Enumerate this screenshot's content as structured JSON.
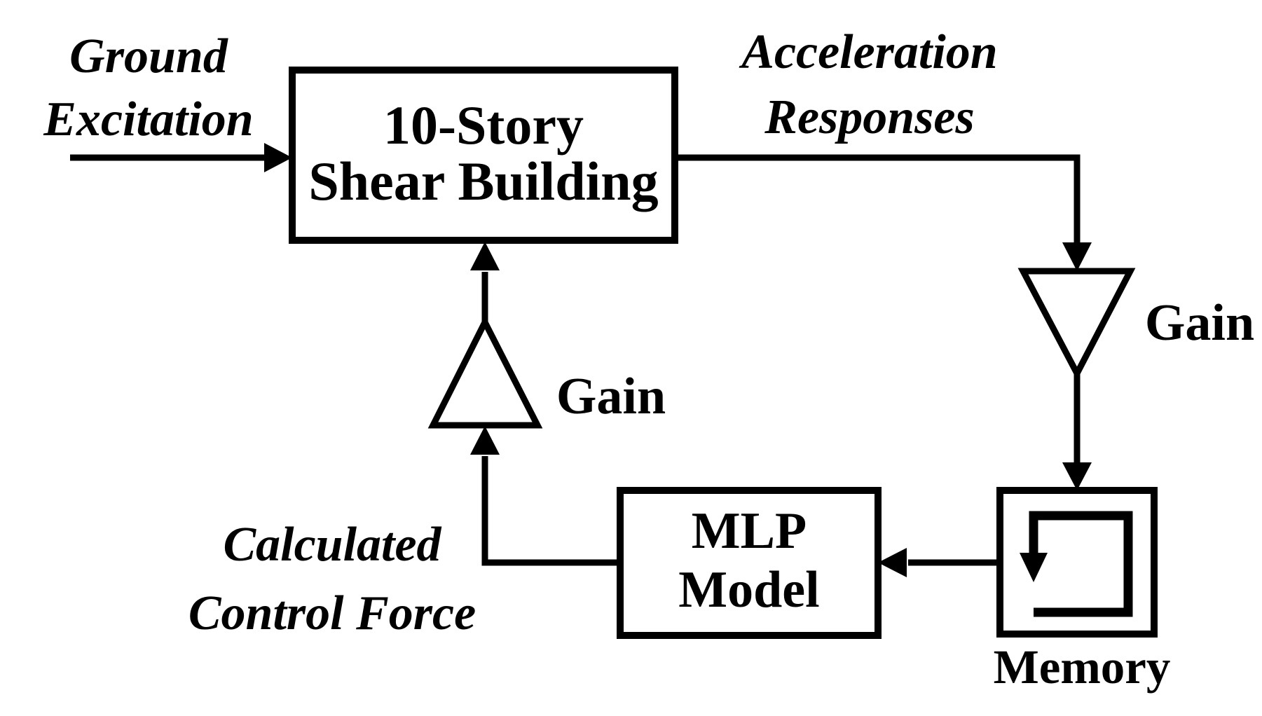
{
  "colors": {
    "background": "#ffffff",
    "ink": "#000000"
  },
  "labels": {
    "ground_excitation": {
      "line1": "Ground",
      "line2": "Excitation"
    },
    "acceleration_responses": {
      "line1": "Acceleration",
      "line2": "Responses"
    },
    "calculated_control_force": {
      "line1": "Calculated",
      "line2": "Control Force"
    },
    "gain_feedback": "Gain",
    "gain_control": "Gain",
    "memory": "Memory"
  },
  "blocks": {
    "shear_building": {
      "line1": "10-Story",
      "line2": "Shear Building"
    },
    "mlp_model": {
      "line1": "MLP",
      "line2": "Model"
    }
  },
  "icons": {
    "memory_loop": "recirculating-arrow"
  }
}
